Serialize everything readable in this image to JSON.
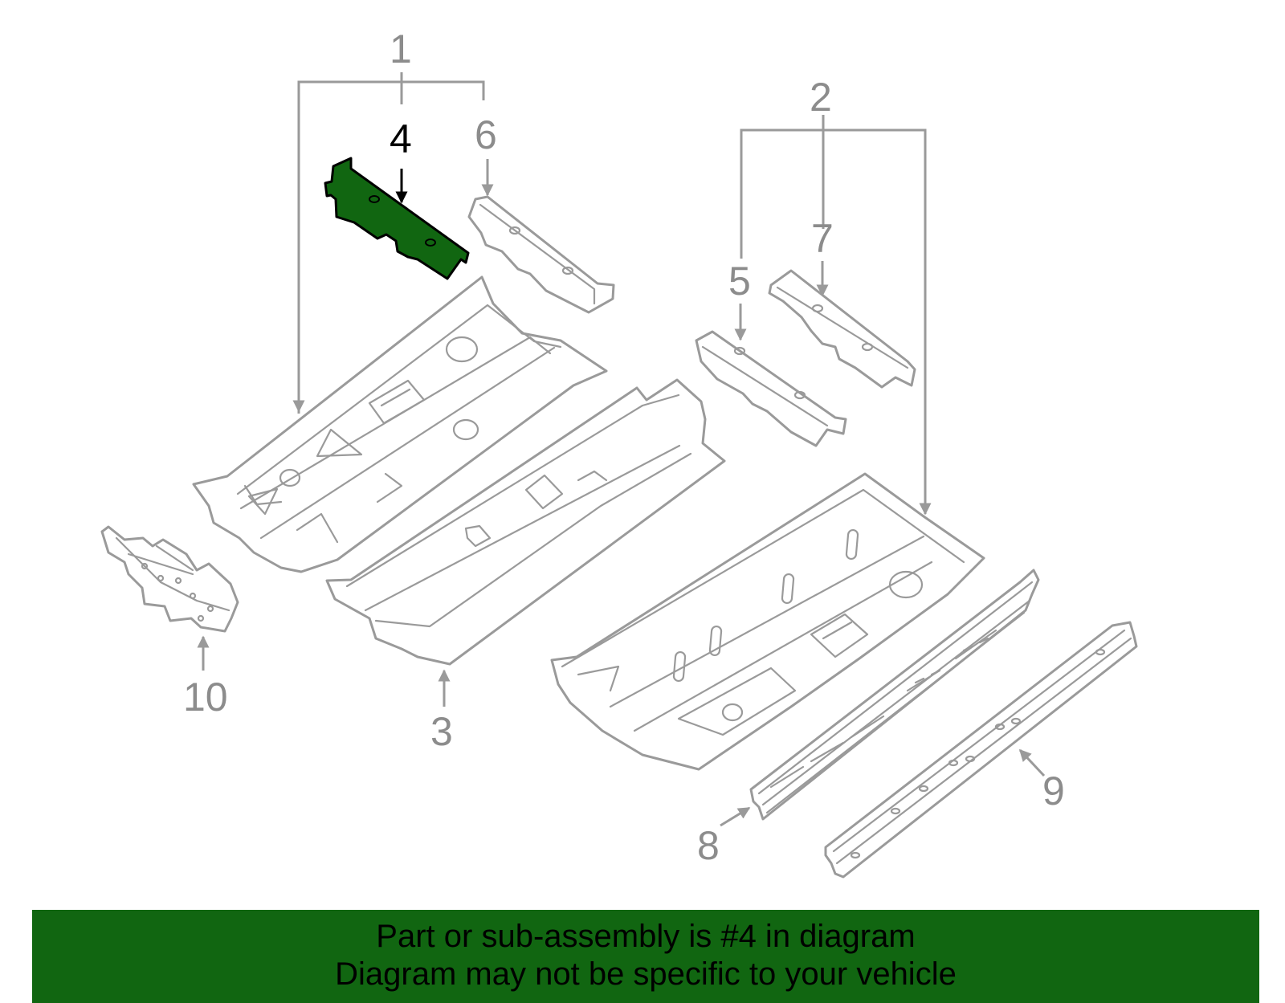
{
  "diagram": {
    "highlight_color": "#116611",
    "line_color": "#9a9a9a",
    "highlighted_part": "4",
    "callouts": [
      {
        "id": "1",
        "label": "1"
      },
      {
        "id": "2",
        "label": "2"
      },
      {
        "id": "3",
        "label": "3"
      },
      {
        "id": "4",
        "label": "4"
      },
      {
        "id": "5",
        "label": "5"
      },
      {
        "id": "6",
        "label": "6"
      },
      {
        "id": "7",
        "label": "7"
      },
      {
        "id": "8",
        "label": "8"
      },
      {
        "id": "9",
        "label": "9"
      },
      {
        "id": "10",
        "label": "10"
      }
    ]
  },
  "banner": {
    "line1": "Part or sub-assembly is #4 in diagram",
    "line2": "Diagram may not be specific to your vehicle",
    "background": "#116611"
  }
}
